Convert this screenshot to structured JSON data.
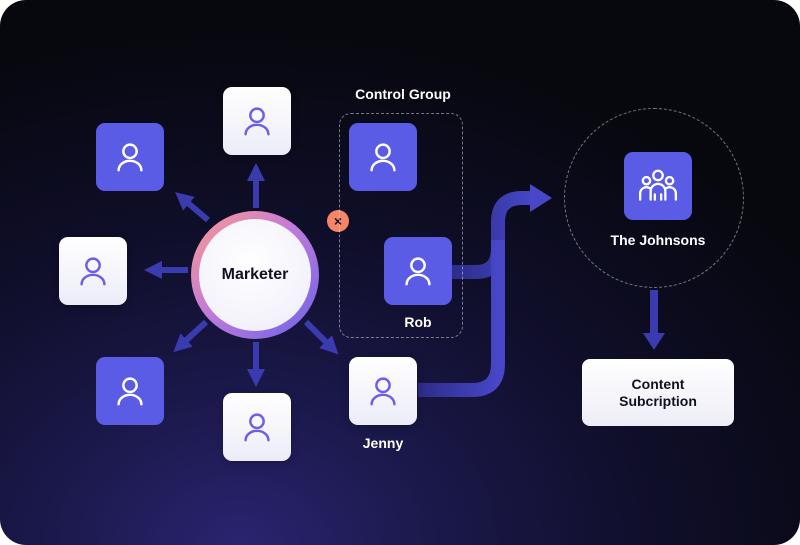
{
  "center": {
    "label": "Marketer"
  },
  "control_group": {
    "title": "Control Group"
  },
  "people": {
    "rob": "Rob",
    "jenny": "Jenny"
  },
  "family": {
    "label": "The Johnsons"
  },
  "content": {
    "line1": "Content",
    "line2": "Subcription"
  },
  "badge": {
    "symbol": "×"
  },
  "colors": {
    "tile_purple": "#5b5ce6",
    "icon_outline": "#6b5ee8",
    "arrow": "#3a3aa8",
    "badge": "#f58567"
  }
}
